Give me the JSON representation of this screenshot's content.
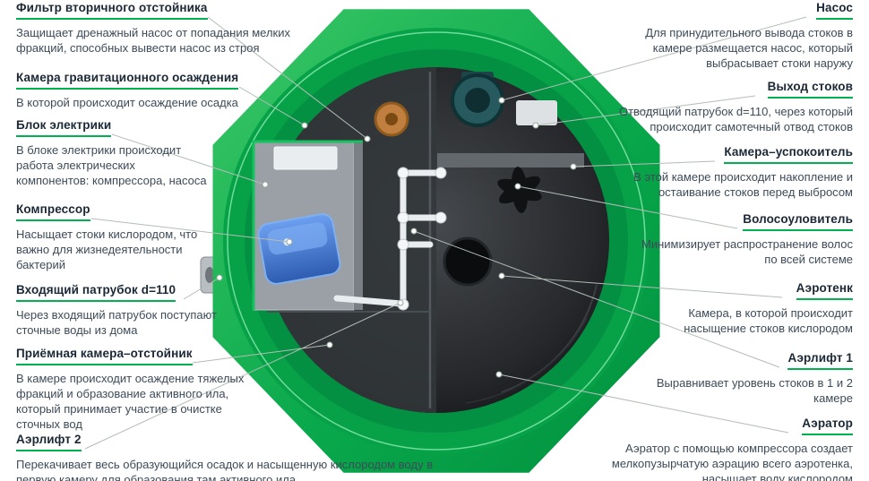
{
  "colors": {
    "accent_green": "#00b14f",
    "tank_green": "#0aa94c",
    "heading_text": "#1b2836",
    "body_text": "#3d4b59",
    "compressor_blue": "#3e72c8"
  },
  "left_labels": [
    {
      "title": "Фильтр вторичного отстойника",
      "desc": "Защищает дренажный насос от попадания мелких фракций, способных вывести насос из строя"
    },
    {
      "title": "Камера гравитационного осаждения",
      "desc": "В которой происходит осаждение осадка"
    },
    {
      "title": "Блок электрики",
      "desc": "В блоке электрики происходит работа электрических компонентов: компрессора, насоса"
    },
    {
      "title": "Компрессор",
      "desc": "Насыщает стоки кислородом, что важно для жизнедеятельности бактерий"
    },
    {
      "title": "Входящий патрубок d=110",
      "desc": "Через входящий патрубок поступают сточные воды из дома"
    },
    {
      "title": "Приёмная камера–отстойник",
      "desc": "В камере происходит осаждение тяжелых фракций и образование активного ила, который принимает участие в очистке сточных вод"
    },
    {
      "title": "Аэрлифт 2",
      "desc": "Перекачивает весь образующийся осадок и насыщенную кислородом воду в первую камеру для образования там активного ила"
    }
  ],
  "right_labels": [
    {
      "title": "Насос",
      "desc": "Для принудительного вывода стоков в камере размещается насос, который выбрасывает стоки наружу"
    },
    {
      "title": "Выход стоков",
      "desc": "Отводящий патрубок d=110, через который происходит самотечный отвод стоков"
    },
    {
      "title": "Камера–успокоитель",
      "desc": "В этой камере происходит накопление и остаивание стоков перед выбросом"
    },
    {
      "title": "Волосоуловитель",
      "desc": "Минимизирует распространение волос по всей системе"
    },
    {
      "title": "Аэротенк",
      "desc": "Камера, в которой происходит насыщение стоков кислородом"
    },
    {
      "title": "Аэрлифт 1",
      "desc": "Выравнивает уровень стоков в 1 и 2 камере"
    },
    {
      "title": "Аэратор",
      "desc": "Аэратор с помощью компрессора создает мелкопузырчатую аэрацию всего аэротенка, насыщает воду кислородом"
    }
  ]
}
